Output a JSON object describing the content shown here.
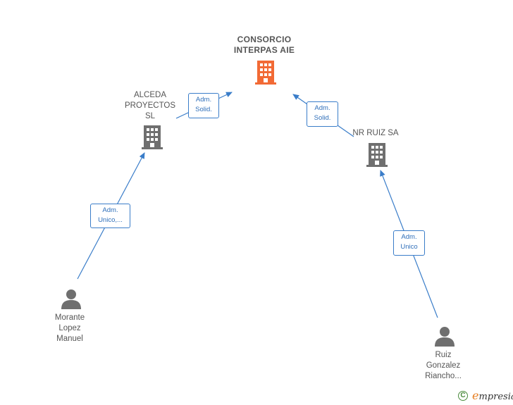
{
  "nodes": {
    "main": {
      "label": "CONSORCIO\nINTERPAS  AIE",
      "color": "#f26a35"
    },
    "alceda": {
      "label": "ALCEDA\nPROYECTOS\nSL",
      "color": "#6f6f6f"
    },
    "nrruiz": {
      "label": "NR RUIZ SA",
      "color": "#6f6f6f"
    },
    "morante": {
      "label": "Morante\nLopez\nManuel",
      "color": "#6f6f6f"
    },
    "ruiz": {
      "label": "Ruiz\nGonzalez\nRiancho...",
      "color": "#6f6f6f"
    }
  },
  "edges": {
    "alceda_main": "Adm.\nSolid.",
    "nrruiz_main": "Adm.\nSolid.",
    "morante_alceda": "Adm.\nUnico,...",
    "ruiz_nrruiz": "Adm.\nUnico"
  },
  "footer": {
    "copyright_symbol": "C",
    "brand_first": "e",
    "brand_rest": "mpresia"
  },
  "colors": {
    "edge": "#3a7dc9",
    "company": "#6f6f6f",
    "main_company": "#f26a35",
    "person": "#6f6f6f"
  }
}
